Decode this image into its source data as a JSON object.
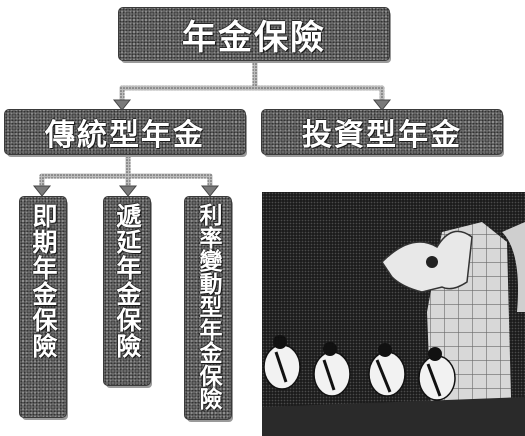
{
  "diagram": {
    "root": {
      "label": "年金保險"
    },
    "branches": [
      {
        "label": "傳統型年金"
      },
      {
        "label": "投資型年金"
      }
    ],
    "sub_items": [
      {
        "label": "即期年金保險"
      },
      {
        "label": "遞延年金保險"
      },
      {
        "label": "利率變動型年金保險"
      }
    ]
  },
  "colors": {
    "box_fill": "#6f6f6f",
    "box_text": "#ffffff",
    "connector": "#8a8a8a"
  },
  "illustration": {
    "subject": "stylized figures in front of a large building with a statue-like silhouette"
  }
}
